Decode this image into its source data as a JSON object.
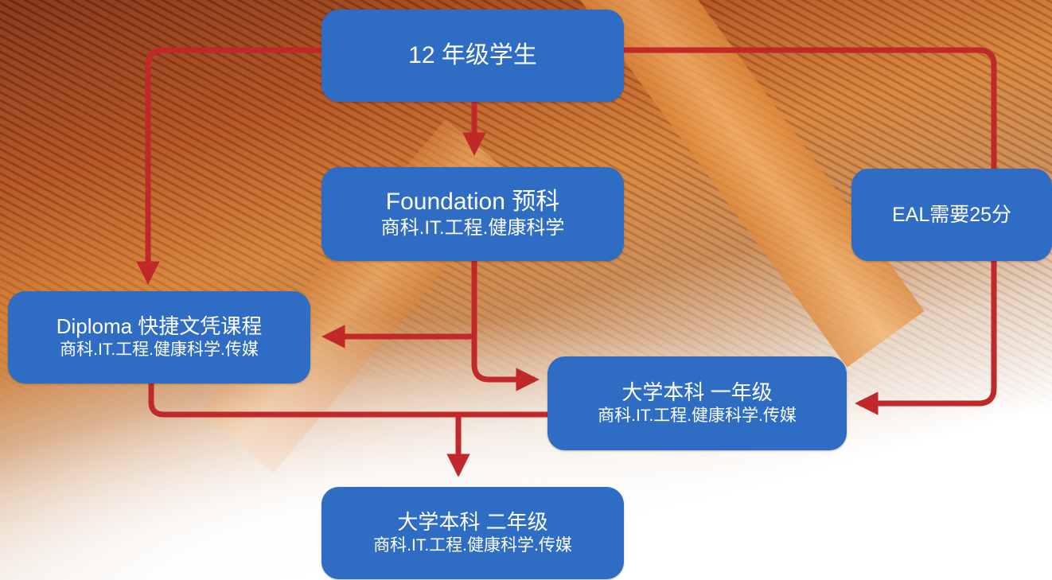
{
  "nodes": {
    "grade12": {
      "title": "12 年级学生"
    },
    "foundation": {
      "title": "Foundation 预科",
      "subtitle": "商科.IT.工程.健康科学"
    },
    "eal": {
      "title": "EAL需要25分"
    },
    "diploma": {
      "title": "Diploma 快捷文凭课程",
      "subtitle": "商科.IT.工程.健康科学.传媒"
    },
    "year1": {
      "title": "大学本科 一年级",
      "subtitle": "商科.IT.工程.健康科学.传媒"
    },
    "year2": {
      "title": "大学本科 二年级",
      "subtitle": "商科.IT.工程.健康科学.传媒"
    }
  },
  "colors": {
    "box": "#2f6cc3",
    "arrow": "#c0282a",
    "text": "#ffffff"
  }
}
